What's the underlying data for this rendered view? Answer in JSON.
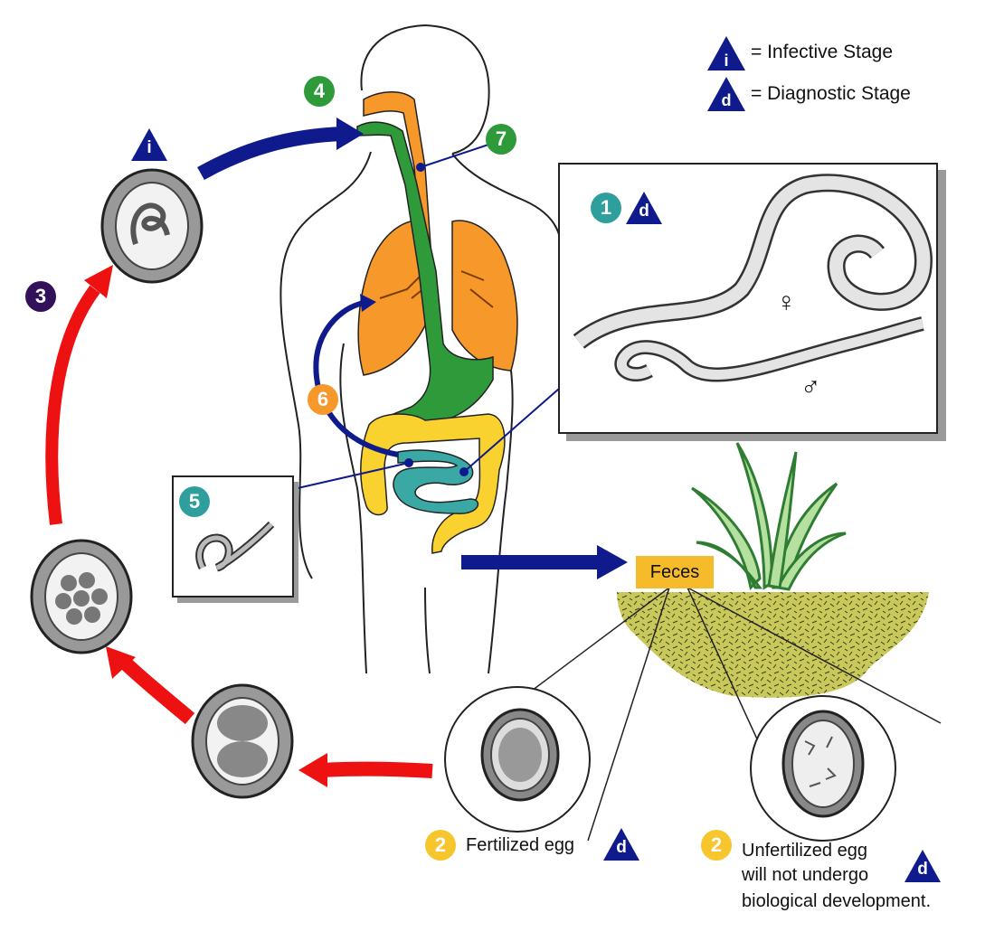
{
  "legend": {
    "infective_symbol": "i",
    "infective_label": "= Infective Stage",
    "diagnostic_symbol": "d",
    "diagnostic_label": "= Diagnostic Stage"
  },
  "steps": {
    "s1": "1",
    "s2a": "2",
    "s2b": "2",
    "s3": "3",
    "s4": "4",
    "s5": "5",
    "s6": "6",
    "s7": "7"
  },
  "stage_marks": {
    "infective_egg": "i",
    "adult_worms": "d",
    "fertilized_egg": "d",
    "unfertilized_egg": "d"
  },
  "worm_symbols": {
    "female": "♀",
    "male": "♂"
  },
  "feces_label": "Feces",
  "captions": {
    "fertilized": "Fertilized egg",
    "unfertilized_line1": "Unfertilized egg",
    "unfertilized_line2": "will not undergo",
    "unfertilized_line3": "biological development."
  },
  "colors": {
    "navy": "#0f1b8c",
    "red": "#ee1111",
    "orange": "#f7982a",
    "green": "#2e9a3a",
    "teal": "#3aa9a6",
    "yellow": "#f9d22f",
    "feces": "#f5bb2a",
    "soil": "#c8c859",
    "step_green": "#2e9a3a",
    "step_teal": "#2e9f9c",
    "step_purple": "#32105a",
    "step_orange": "#f7982a",
    "step_yellow": "#f7c52c"
  }
}
